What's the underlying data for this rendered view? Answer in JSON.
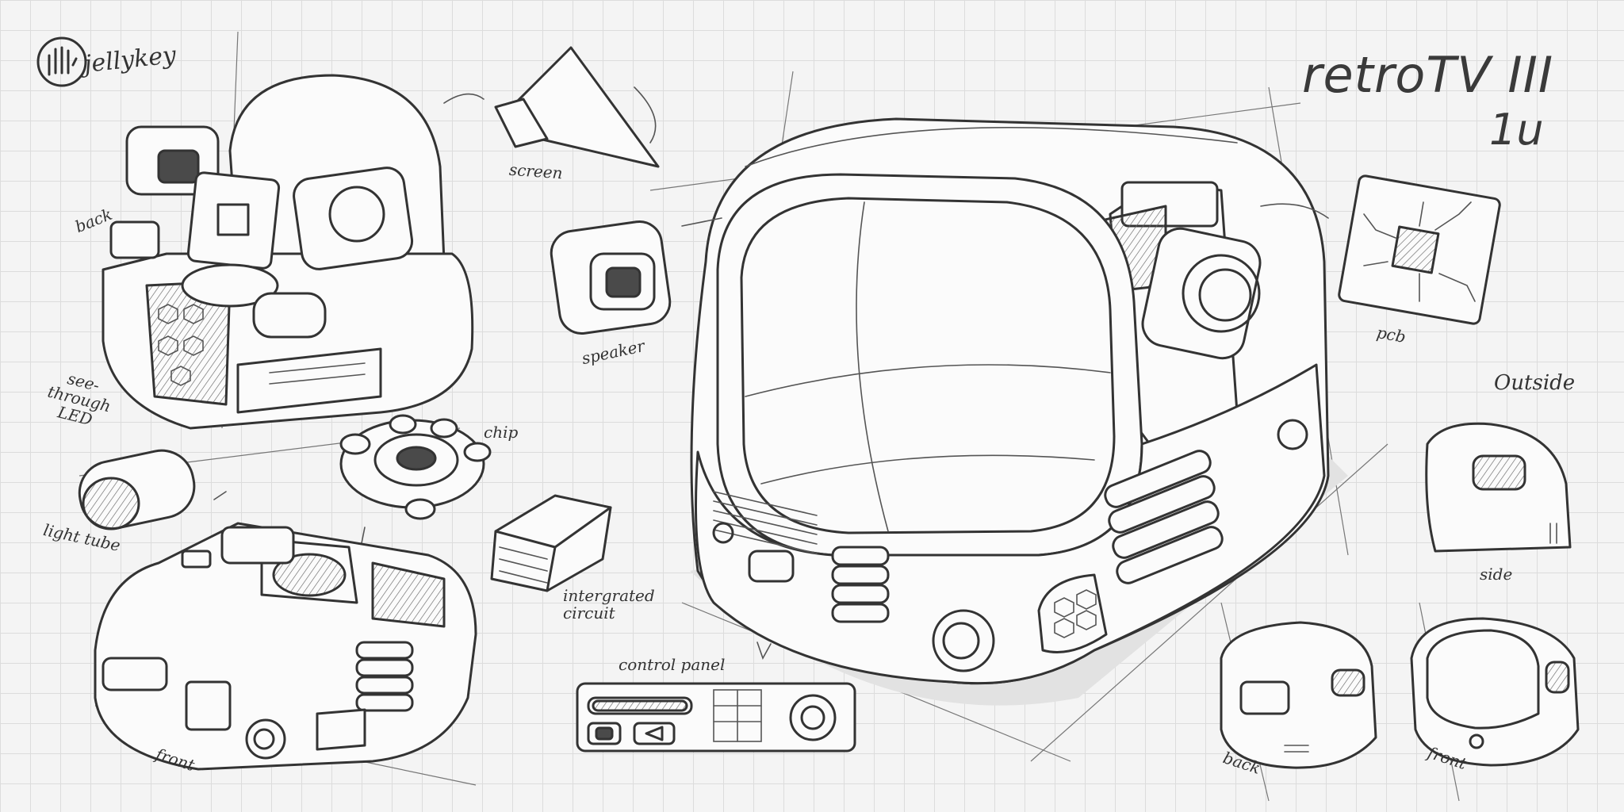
{
  "title": "retroTV III",
  "subtitle": "1u",
  "brand": "jellykey",
  "labels": {
    "screen": "screen",
    "speaker": "speaker",
    "pcb": "pcb",
    "back_top": "back",
    "see_through_led": "see-through LED",
    "chip": "chip",
    "light_tube": "light tube",
    "integrated_circuit": "intergrated circuit",
    "front_left": "front",
    "control_panel": "control panel",
    "outside": "Outside",
    "side": "side",
    "back_bottom": "back",
    "front_bottom": "front"
  },
  "colors": {
    "ink": "#333333",
    "paper": "#f4f4f4",
    "grid": "#dcdcdc"
  }
}
